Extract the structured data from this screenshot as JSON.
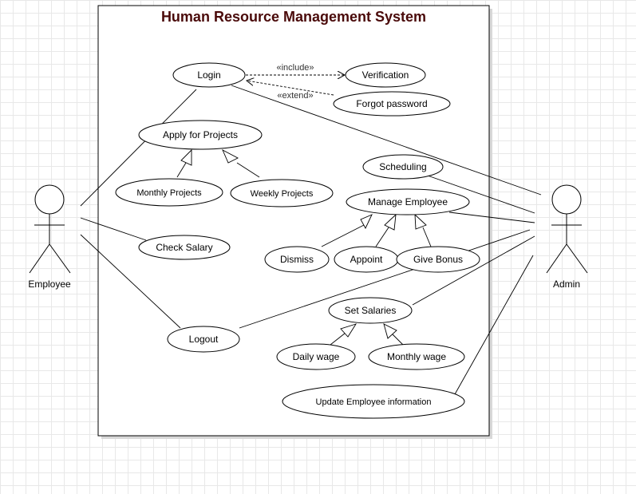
{
  "system": {
    "title": "Human Resource Management System"
  },
  "actors": {
    "employee": "Employee",
    "admin": "Admin"
  },
  "use_cases": {
    "login": "Login",
    "verification": "Verification",
    "forgot_password": "Forgot password",
    "apply_for_projects": "Apply for Projects",
    "monthly_projects": "Monthly Projects",
    "weekly_projects": "Weekly Projects",
    "scheduling": "Scheduling",
    "manage_employee": "Manage Employee",
    "dismiss": "Dismiss",
    "appoint": "Appoint",
    "give_bonus": "Give Bonus",
    "check_salary": "Check Salary",
    "logout": "Logout",
    "set_salaries": "Set Salaries",
    "daily_wage": "Daily wage",
    "monthly_wage": "Monthly wage",
    "update_employee_information": "Update Employee information"
  },
  "relations": {
    "include": "«include»",
    "extend": "«extend»"
  },
  "colors": {
    "title": "#4a0a0a",
    "line": "#000000",
    "frame_shadow": "#d0d0d0"
  }
}
